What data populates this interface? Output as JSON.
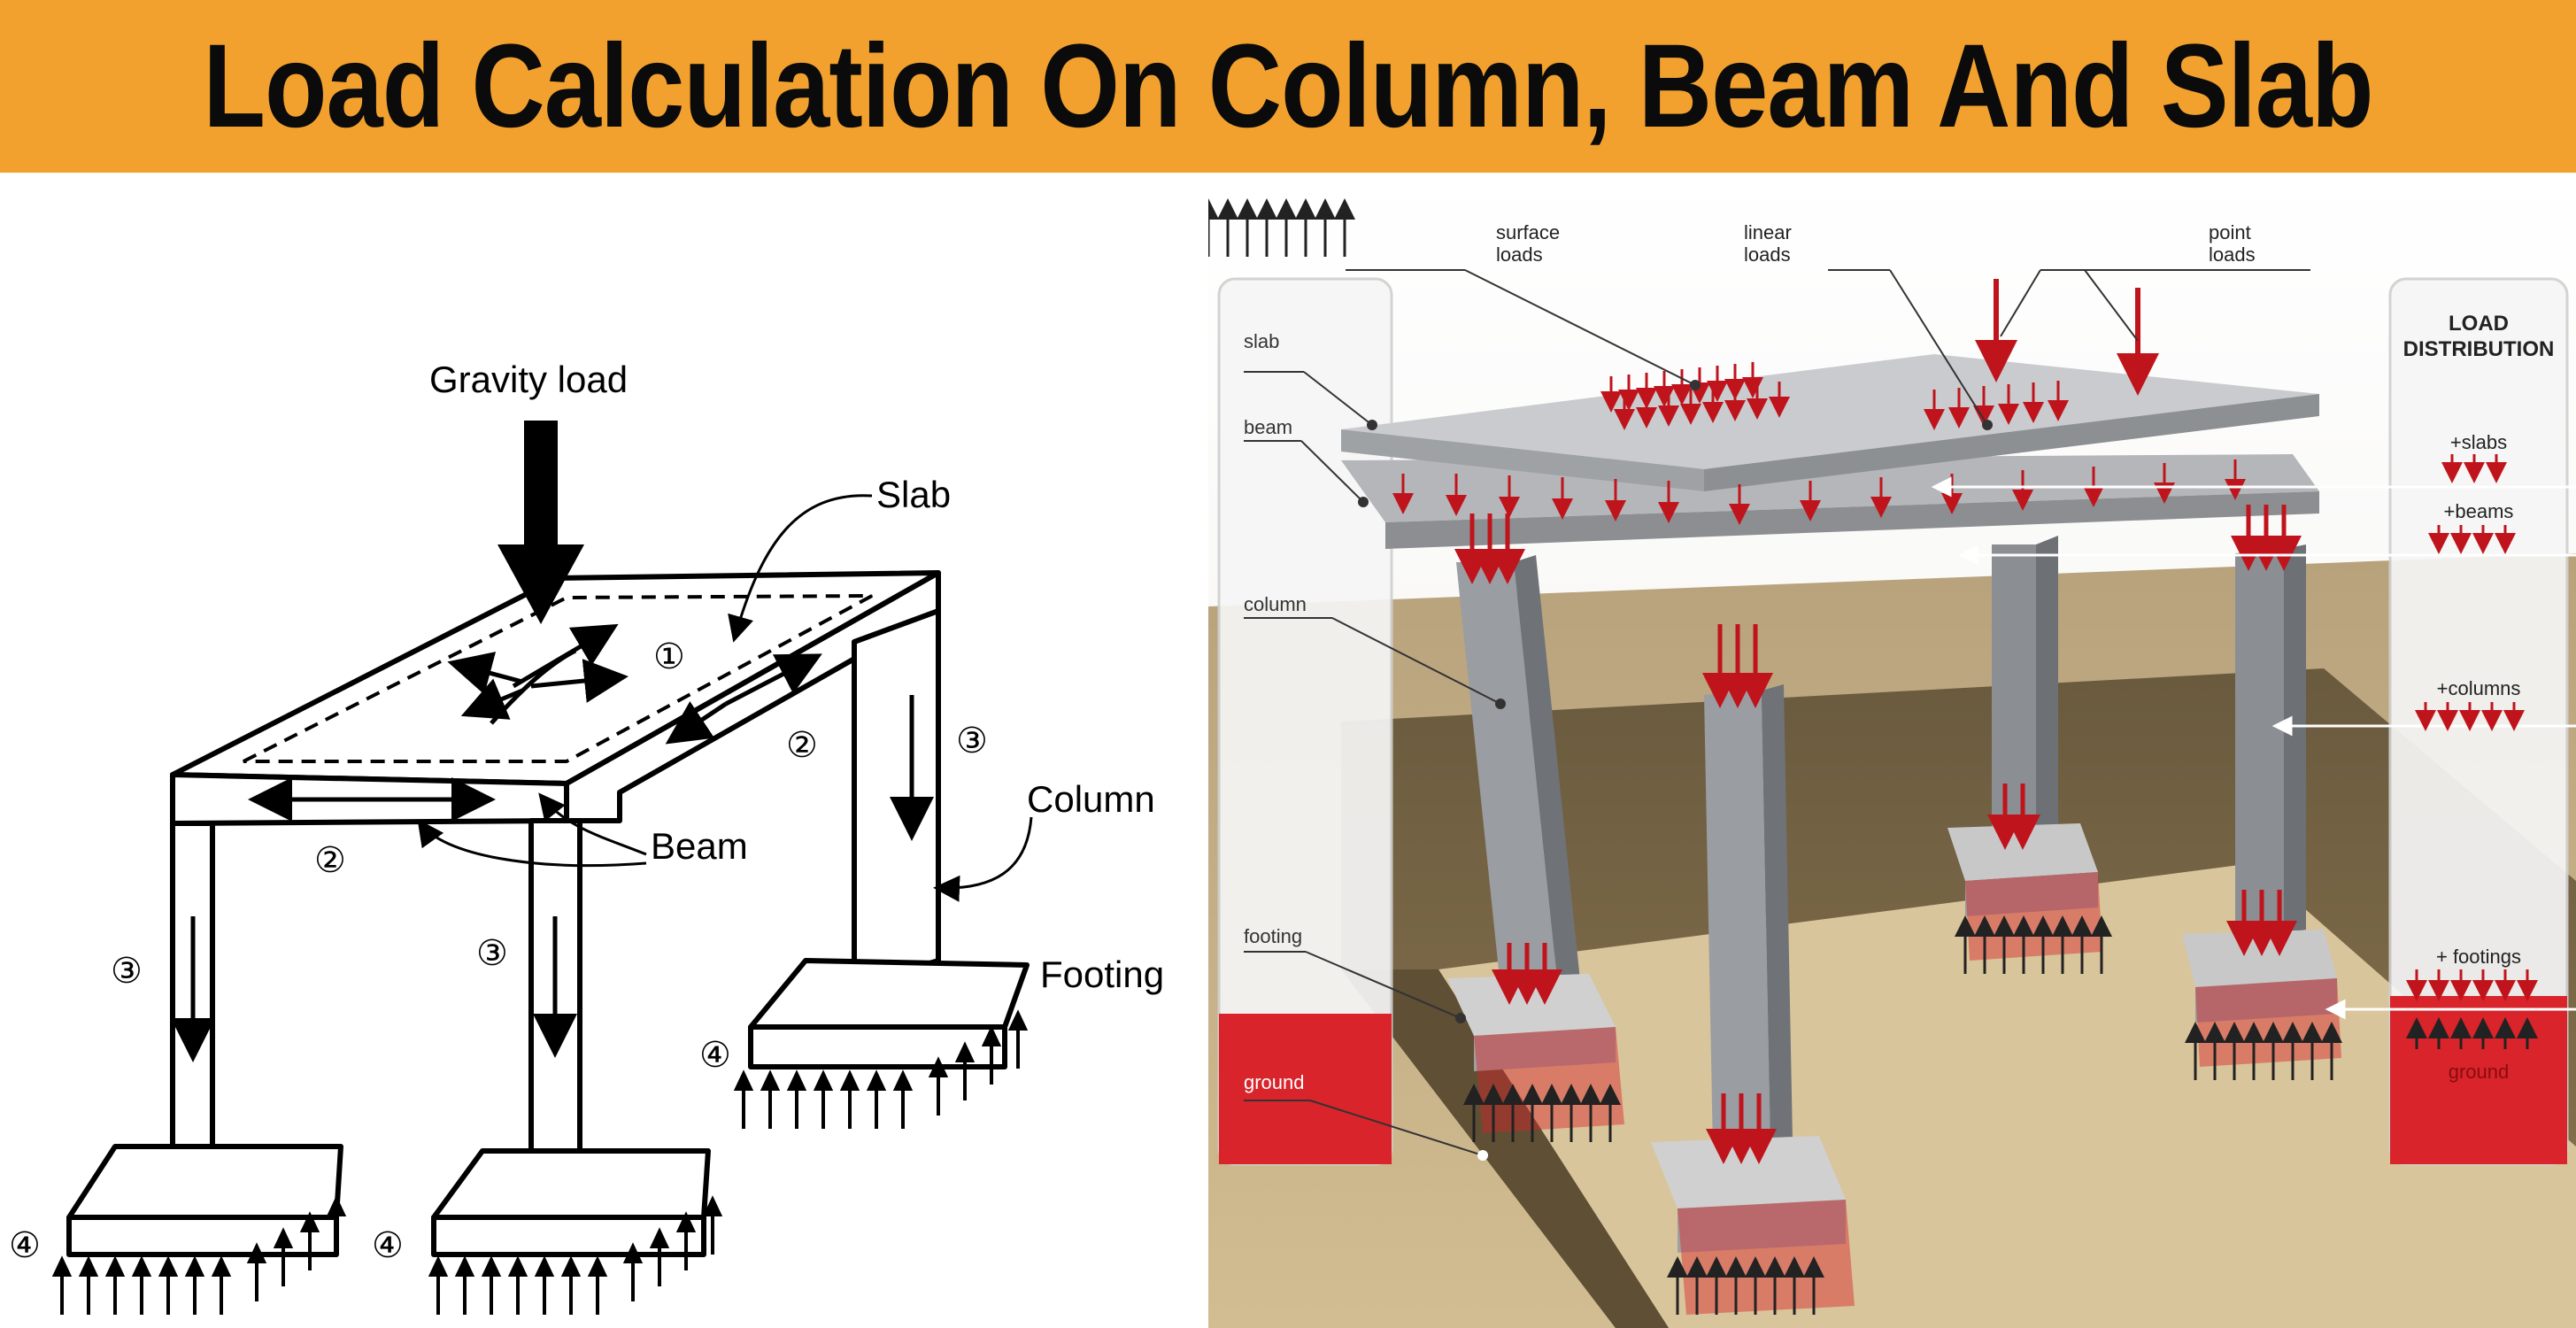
{
  "title": "Load Calculation On Column, Beam And Slab",
  "left": {
    "gravity_load": "Gravity load",
    "slab": "Slab",
    "beam": "Beam",
    "column": "Column",
    "footing": "Footing",
    "markers": [
      "①",
      "②",
      "③",
      "④"
    ]
  },
  "right": {
    "surface_loads_1": "surface",
    "surface_loads_2": "loads",
    "linear_loads_1": "linear",
    "linear_loads_2": "loads",
    "point_loads_1": "point",
    "point_loads_2": "loads",
    "slab": "slab",
    "beam": "beam",
    "column": "column",
    "footing": "footing",
    "ground": "ground",
    "dist_title_1": "LOAD",
    "dist_title_2": "DISTRIBUTION",
    "dist_slabs": "+slabs",
    "dist_beams": "+beams",
    "dist_columns": "+columns",
    "dist_footings": "+ footings",
    "dist_ground": "ground"
  },
  "colors": {
    "banner": "#f2a12f",
    "load_arrow": "#c0141c",
    "ground_panel": "#d8242a"
  }
}
